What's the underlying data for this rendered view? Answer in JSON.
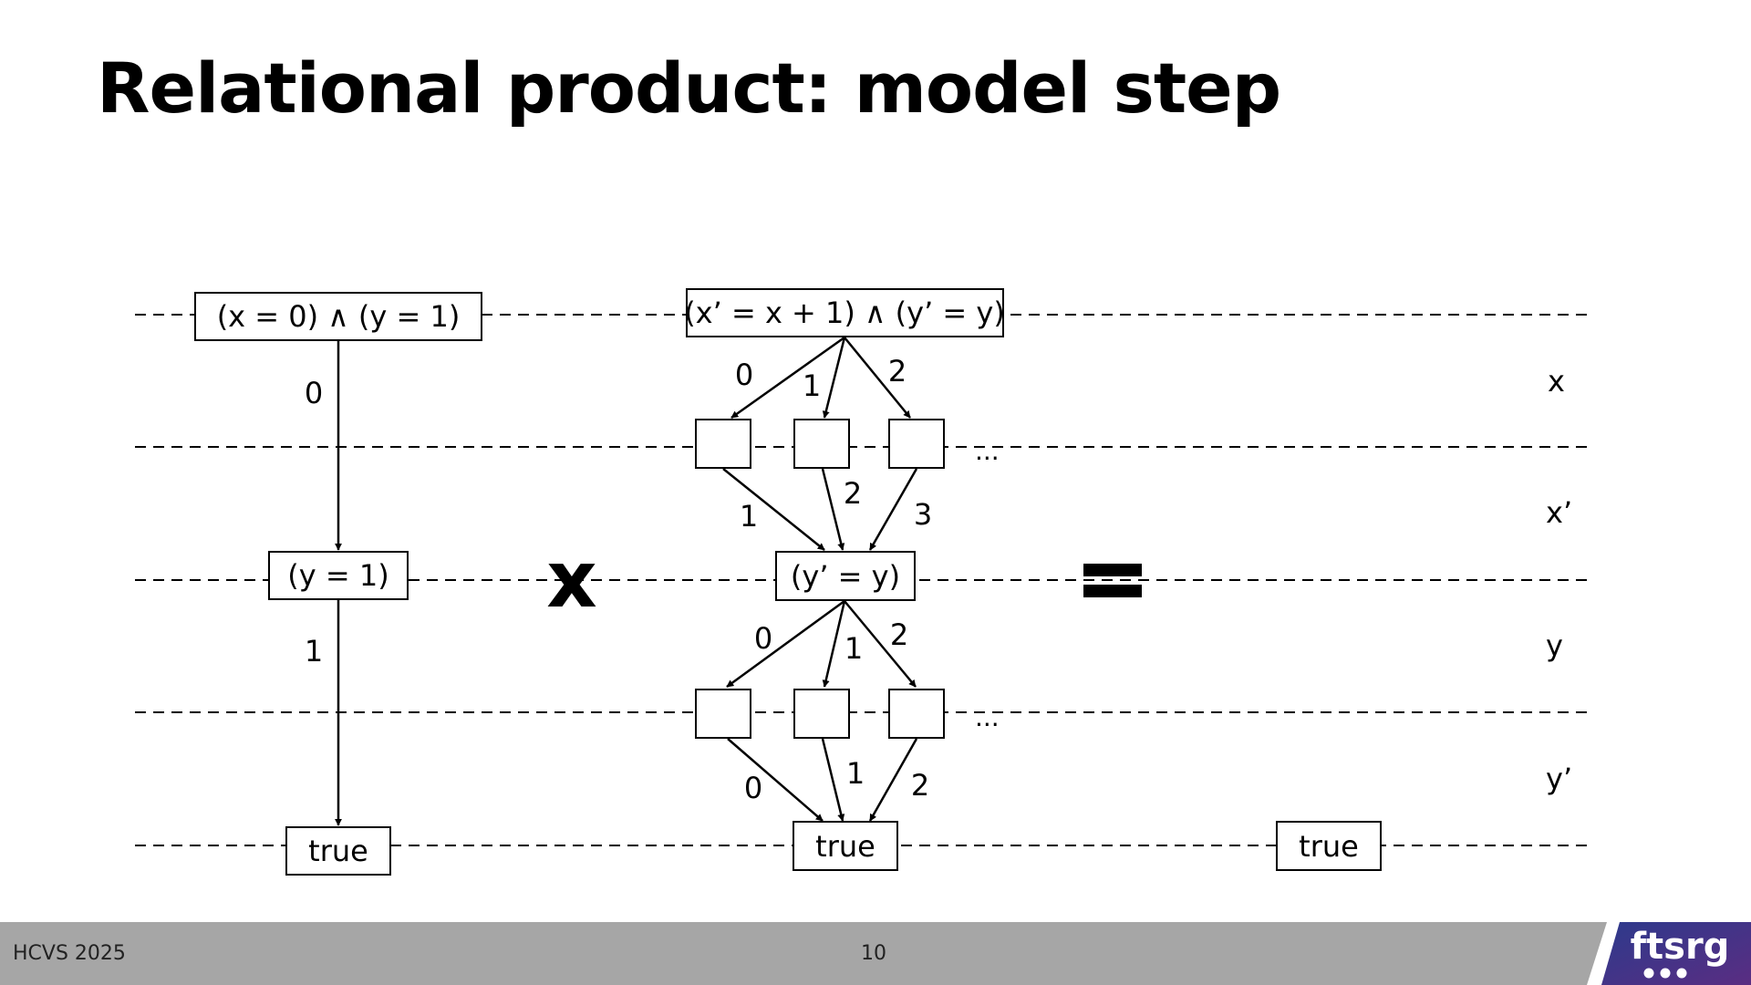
{
  "slide": {
    "title": "Relational product: model step"
  },
  "footer": {
    "left": "HCVS 2025",
    "page": "10",
    "logo": "ftsrg"
  },
  "diagram": {
    "variables": [
      "x",
      "x’",
      "y",
      "y’"
    ],
    "operators": {
      "product": "x",
      "equals": "equals-sign"
    },
    "left": {
      "root": "(x = 0) ∧ (y = 1)",
      "mid": "(y = 1)",
      "leaf": "true",
      "edge_root": "0",
      "edge_mid": "1"
    },
    "middle": {
      "root": "(x’ = x + 1) ∧ (y’ = y)",
      "mid": "(y’ = y)",
      "leaf": "true",
      "root_edges": [
        "0",
        "1",
        "2"
      ],
      "x_edges": [
        "1",
        "2",
        "3"
      ],
      "mid_edges": [
        "0",
        "1",
        "2"
      ],
      "y_edges": [
        "0",
        "1",
        "2"
      ],
      "ellipsis": "..."
    },
    "right": {
      "leaf": "true"
    }
  },
  "colors": {
    "footer": "#a6a6a6",
    "logo_bg": "#3a3a8c"
  }
}
